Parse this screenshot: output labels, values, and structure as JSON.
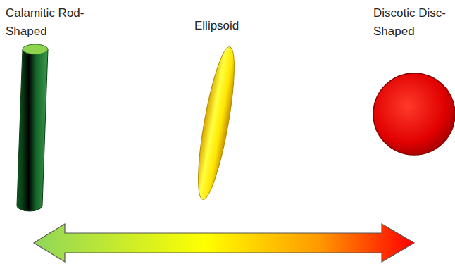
{
  "diagram": {
    "labels": [
      "Calamitic Rod-Shaped",
      "Ellipsoid",
      "Discotic Disc-Shaped"
    ]
  }
}
